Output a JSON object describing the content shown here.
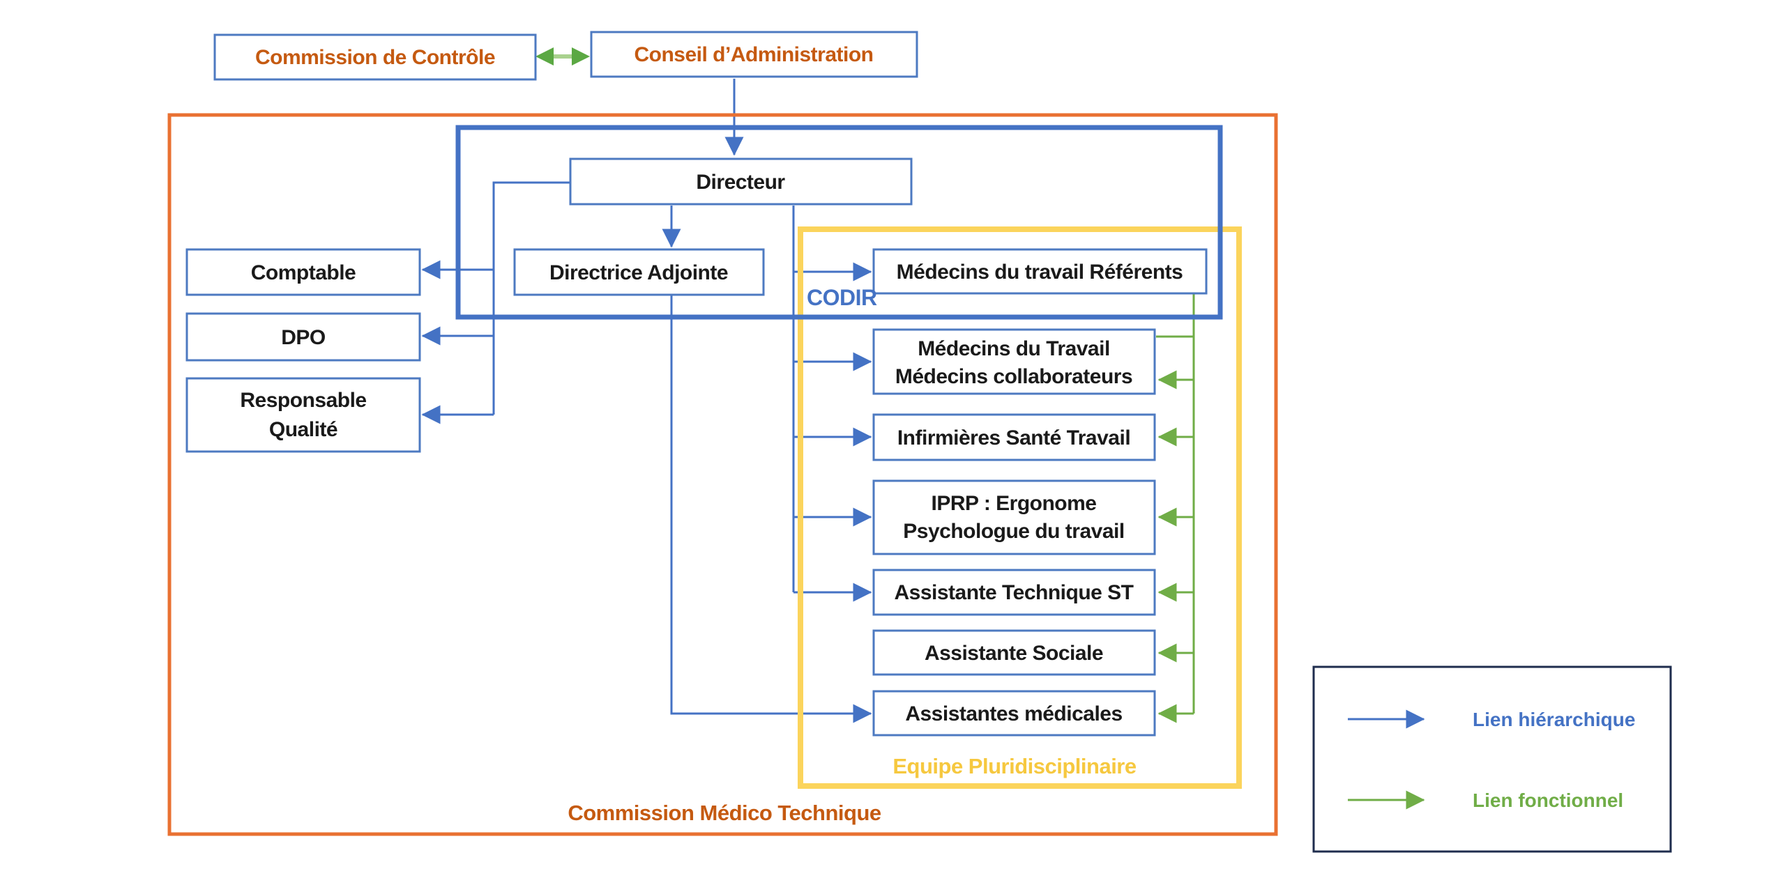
{
  "top_row": {
    "commission_controle": "Commission de Contrôle",
    "conseil_administration": "Conseil d’Administration"
  },
  "nodes": {
    "directeur": "Directeur",
    "directrice_adjointe": "Directrice Adjointe",
    "comptable": "Comptable",
    "dpo": "DPO",
    "responsable_qualite": {
      "line1": "Responsable",
      "line2": "Qualité"
    },
    "medecins_referents": "Médecins du travail Référents",
    "medecins_travail": {
      "line1": "Médecins du Travail",
      "line2": "Médecins collaborateurs"
    },
    "infirmieres": "Infirmières Santé Travail",
    "iprp": {
      "line1": "IPRP : Ergonome",
      "line2": "Psychologue du travail"
    },
    "assistante_technique": "Assistante Technique ST",
    "assistante_sociale": "Assistante Sociale",
    "assistantes_medicales": "Assistantes médicales"
  },
  "frames": {
    "codir": "CODIR",
    "equipe_pluridisciplinaire": "Equipe Pluridisciplinaire",
    "commission_medico_technique": "Commission Médico Technique"
  },
  "legend": {
    "hierarchique": "Lien hiérarchique",
    "fonctionnel": "Lien fonctionnel"
  },
  "colors": {
    "link_blue": "#4472C4",
    "link_green": "#70AD47",
    "double_arrow_shaft_green": "#A9D18E",
    "double_arrow_head_green": "#5BA843",
    "frame_orange": "#E97132",
    "frame_yellow": "#FBD45C",
    "title_orange": "#C55A11",
    "legend_border": "#1F2D4E"
  }
}
